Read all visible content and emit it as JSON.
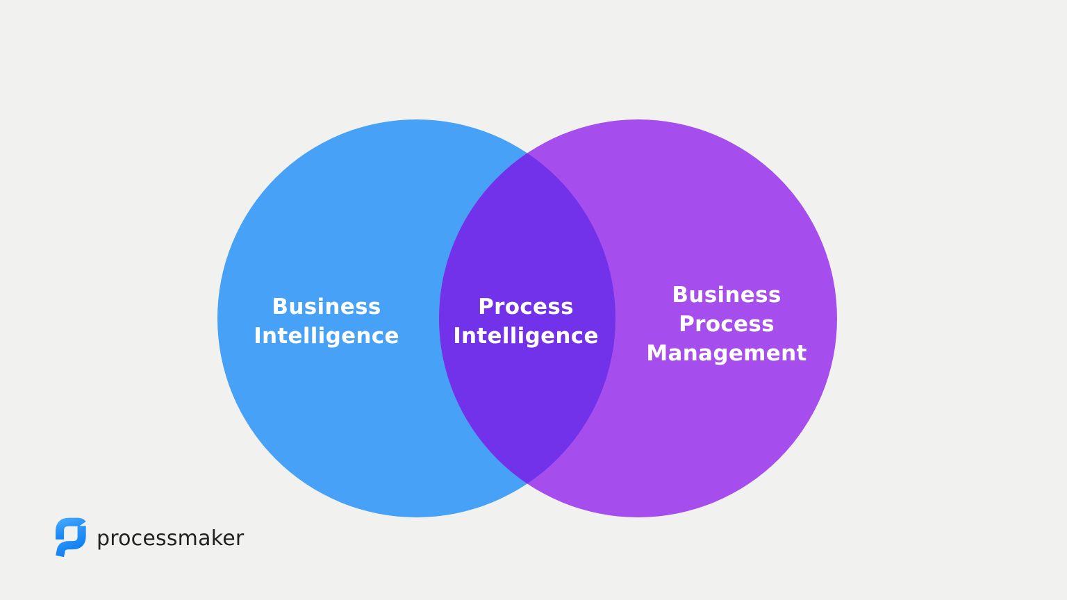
{
  "background_color": "#f1f1f0",
  "diagram": {
    "type": "venn",
    "left_set": {
      "label": "Business Intelligence",
      "lines": [
        "Business",
        "Intelligence"
      ],
      "color": "#47a1f7"
    },
    "right_set": {
      "label": "Business Process Management",
      "lines": [
        "Business",
        "Process",
        "Management"
      ],
      "color": "#a64dee"
    },
    "overlap": {
      "label": "Process Intelligence",
      "lines": [
        "Process",
        "Intelligence"
      ],
      "color": "#7132ea"
    },
    "text_color": "#ffffff"
  },
  "logo": {
    "text": "processmaker",
    "icon": "processmaker-p-mark",
    "icon_color_top": "#3fa4fb",
    "icon_color_bottom": "#0d7df2",
    "text_color": "#212121"
  }
}
